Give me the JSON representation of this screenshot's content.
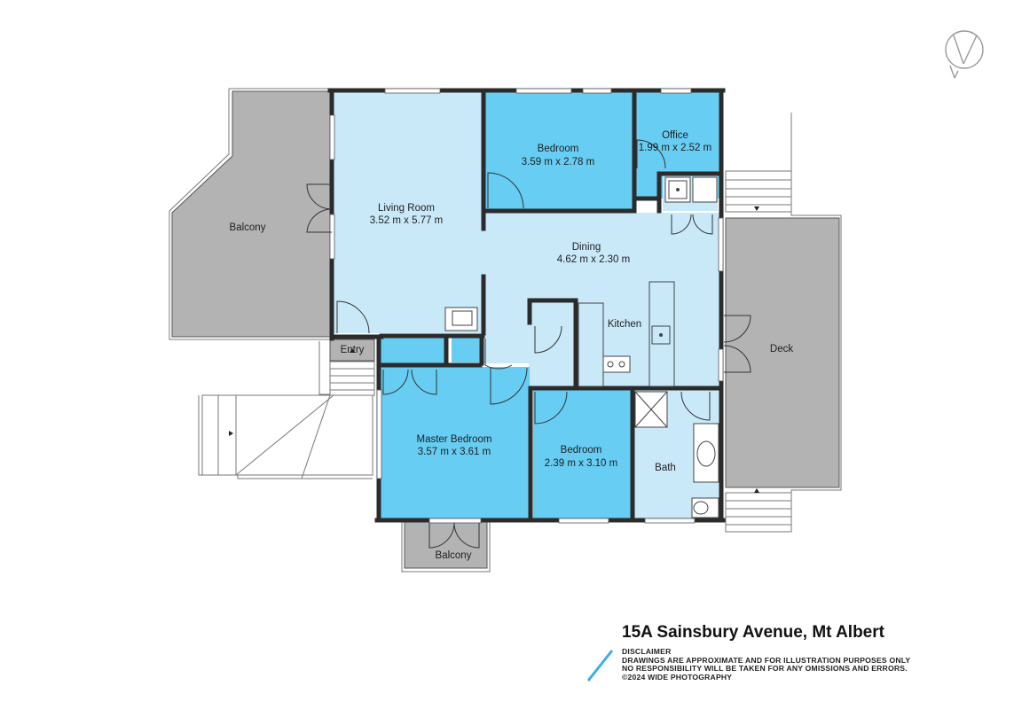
{
  "rooms": [
    {
      "name": "Balcony",
      "dims": ""
    },
    {
      "name": "Living Room",
      "dims": "3.52 m x 5.77 m"
    },
    {
      "name": "Bedroom",
      "dims": "3.59 m x 2.78 m"
    },
    {
      "name": "Office",
      "dims": "1.99 m x 2.52 m"
    },
    {
      "name": "Dining",
      "dims": "4.62 m x 2.30 m"
    },
    {
      "name": "Kitchen",
      "dims": ""
    },
    {
      "name": "Entry",
      "dims": ""
    },
    {
      "name": "Deck",
      "dims": ""
    },
    {
      "name": "Master Bedroom",
      "dims": "3.57 m x 3.61 m"
    },
    {
      "name": "Bedroom",
      "dims": "2.39 m x 3.10 m"
    },
    {
      "name": "Bath",
      "dims": ""
    },
    {
      "name": "Balcony",
      "dims": ""
    }
  ],
  "colors": {
    "light_room": "#c9e9f9",
    "dark_room": "#67cdf3",
    "outdoor": "#b3b3b3",
    "wall": "#2b2b2b",
    "accent": "#3aaee8"
  },
  "footer": {
    "address": "15A Sainsbury Avenue, Mt Albert",
    "disclaimer_heading": "DISCLAIMER",
    "disclaimer_line1": "DRAWINGS ARE APPROXIMATE AND FOR ILLUSTRATION PURPOSES ONLY",
    "disclaimer_line2": "NO RESPONSIBILITY WILL BE TAKEN FOR ANY OMISSIONS AND ERRORS.",
    "copyright": "©2024 WIDE PHOTOGRAPHY"
  },
  "icons": {
    "logo": "wide-photography-logo-icon",
    "accent": "blue-slash-icon"
  }
}
